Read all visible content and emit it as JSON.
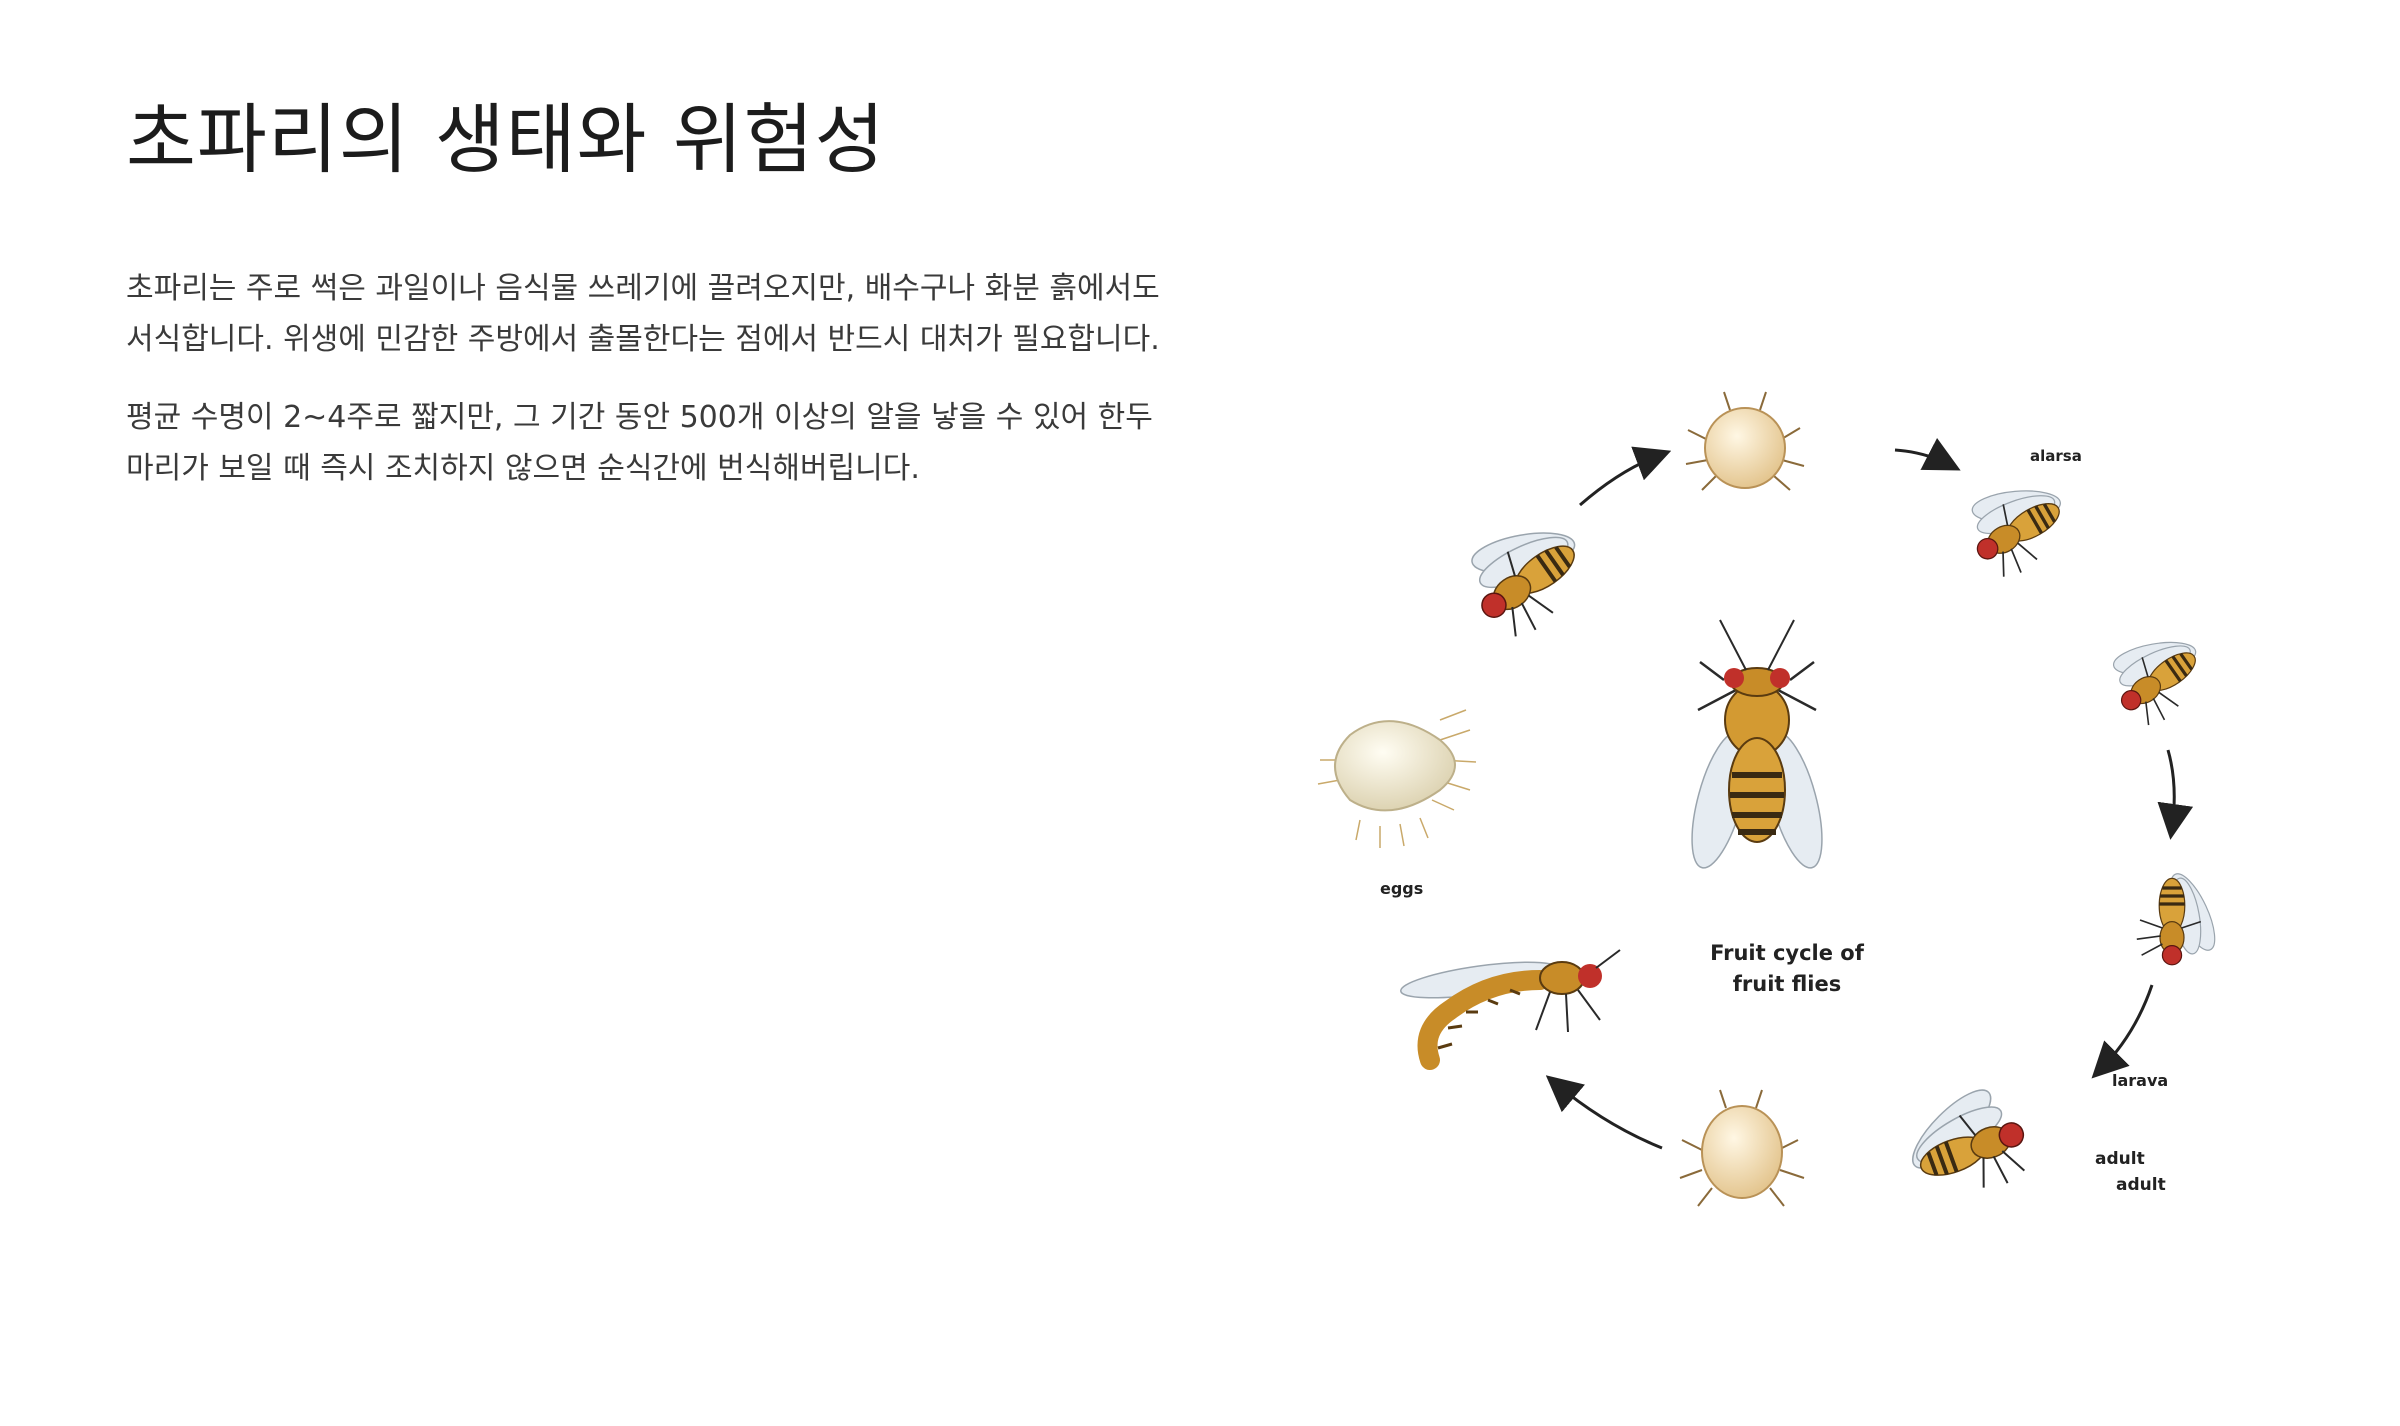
{
  "title": "초파리의 생태와 위험성",
  "paragraphs": [
    "초파리는 주로 썩은 과일이나 음식물 쓰레기에 끌려오지만, 배수구나 화분 흙에서도 서식합니다. 위생에 민감한 주방에서 출몰한다는 점에서 반드시 대처가 필요합니다.",
    "평균 수명이 2~4주로 짧지만, 그 기간 동안 500개 이상의 알을 낳을 수 있어 한두 마리가 보일 때 즉시 조치하지 않으면 순식간에 번식해버립니다."
  ],
  "illustration": {
    "center_caption_line1": "Fruit cycle of",
    "center_caption_line2": "fruit flies",
    "labels": {
      "alarsa": "alarsa",
      "eggs": "eggs",
      "larava": "larava",
      "adult1": "adult",
      "adult2": "adult"
    },
    "colors": {
      "body": "#d9a23a",
      "stripe": "#3a2a12",
      "eye": "#c0302a",
      "egg": "#f3e6c8",
      "wing": "#e6ecf2"
    }
  }
}
